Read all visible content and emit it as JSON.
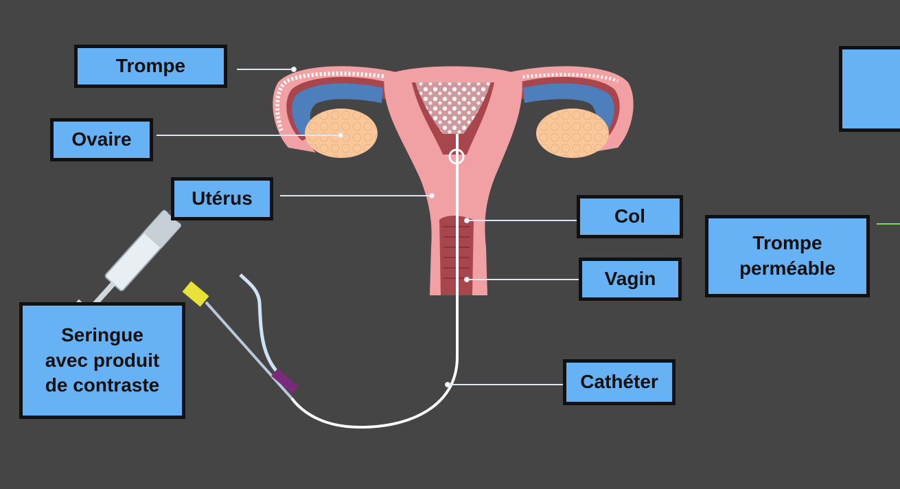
{
  "labels": {
    "trompe": "Trompe",
    "ovaire": "Ovaire",
    "uterus": "Utérus",
    "col": "Col",
    "vagin": "Vagin",
    "catheter": "Cathéter",
    "seringue": "Seringue\navec produit\nde contraste",
    "trompe_permeable": "Trompe\nperméable",
    "right_partial": ""
  },
  "colors": {
    "background": "#454545",
    "label_fill": "#66b2f5",
    "label_border": "#111111",
    "leader_line": "#dfe6f0",
    "uterus_outer": "#f1a1a3",
    "uterus_inner": "#a7464c",
    "tube_lumen": "#4d7fbd",
    "ovary": "#f8c89c",
    "contrast": "#ffffff",
    "syringe_hub": "#e8e23a",
    "catheter_sleeve": "#7a2a7a",
    "green_leader": "#7ed957"
  }
}
